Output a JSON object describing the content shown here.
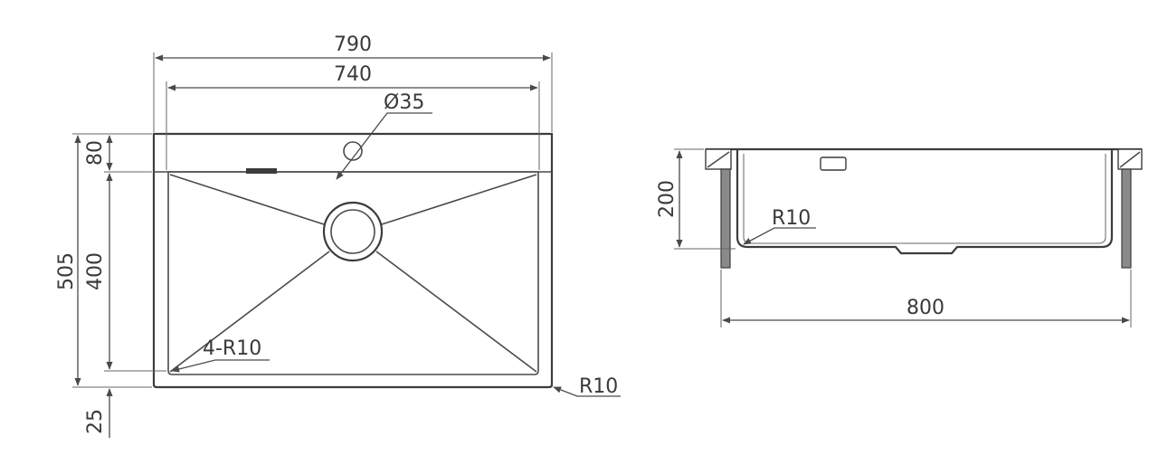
{
  "colors": {
    "line": "#4a4a4a",
    "background": "#ffffff"
  },
  "top_view": {
    "overall_width": "790",
    "bowl_width": "740",
    "tap_hole": "Ø35",
    "deck_depth": "80",
    "overall_depth": "505",
    "bowl_depth": "400",
    "front_margin": "25",
    "corner_radius_inner": "4-R10",
    "corner_radius_outer": "R10"
  },
  "side_view": {
    "bowl_height": "200",
    "bottom_radius": "R10",
    "overall_width": "800"
  }
}
